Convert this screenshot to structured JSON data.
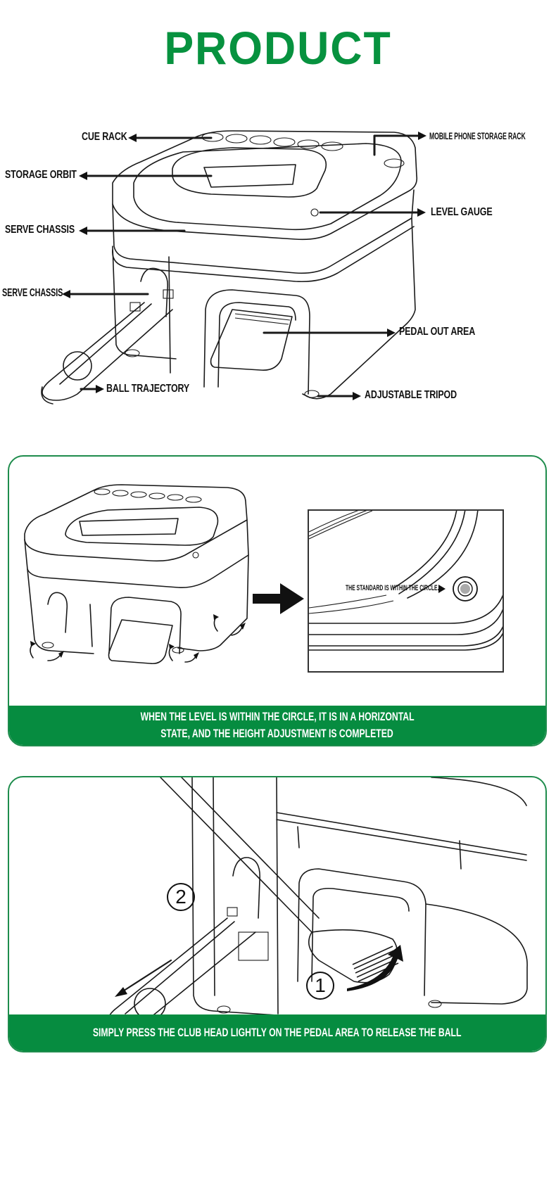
{
  "header": {
    "title": "PRODUCT"
  },
  "theme": {
    "brand_green": "#068c40",
    "panel_border": "#1e8c4c",
    "title_green": "#07923f"
  },
  "diagram": {
    "labels": {
      "cue_rack": "CUE RACK",
      "storage_orbit": "STORAGE ORBIT",
      "serve_chassis_upper": "SERVE CHASSIS",
      "serve_chassis_lower": "SERVE CHASSIS",
      "ball_trajectory": "BALL TRAJECTORY",
      "mobile_phone_storage_rack": "MOBILE PHONE STORAGE RACK",
      "level_gauge": "LEVEL GAUGE",
      "pedal_out_area": "PEDAL OUT AREA",
      "adjustable_tripod": "ADJUSTABLE TRIPOD"
    }
  },
  "panel_level": {
    "inset_label": "THE STANDARD IS WITHIN THE CIRCLE.",
    "caption_line1": "WHEN THE LEVEL IS WITHIN THE CIRCLE, IT IS IN A HORIZONTAL",
    "caption_line2": "STATE, AND THE HEIGHT ADJUSTMENT IS COMPLETED"
  },
  "panel_release": {
    "step1": "1",
    "step2": "2",
    "caption": "SIMPLY PRESS THE CLUB HEAD LIGHTLY ON THE PEDAL AREA TO RELEASE THE BALL"
  }
}
